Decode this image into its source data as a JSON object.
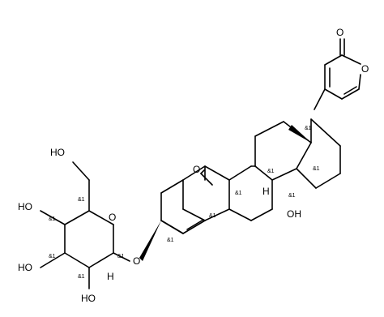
{
  "molecule": {
    "atom_labels": {
      "carbonyl_o": "O",
      "ring_o": "O",
      "aldehyde_o": "O",
      "oh_14": "OH",
      "h_9": "H",
      "ether_o": "O",
      "sugar_ring_o": "O",
      "sugar_h": "H",
      "ho_top": "HO",
      "ho_left": "HO",
      "ho_bottom_left": "HO",
      "ho_bottom": "HO"
    },
    "stereo_label": "&1"
  }
}
